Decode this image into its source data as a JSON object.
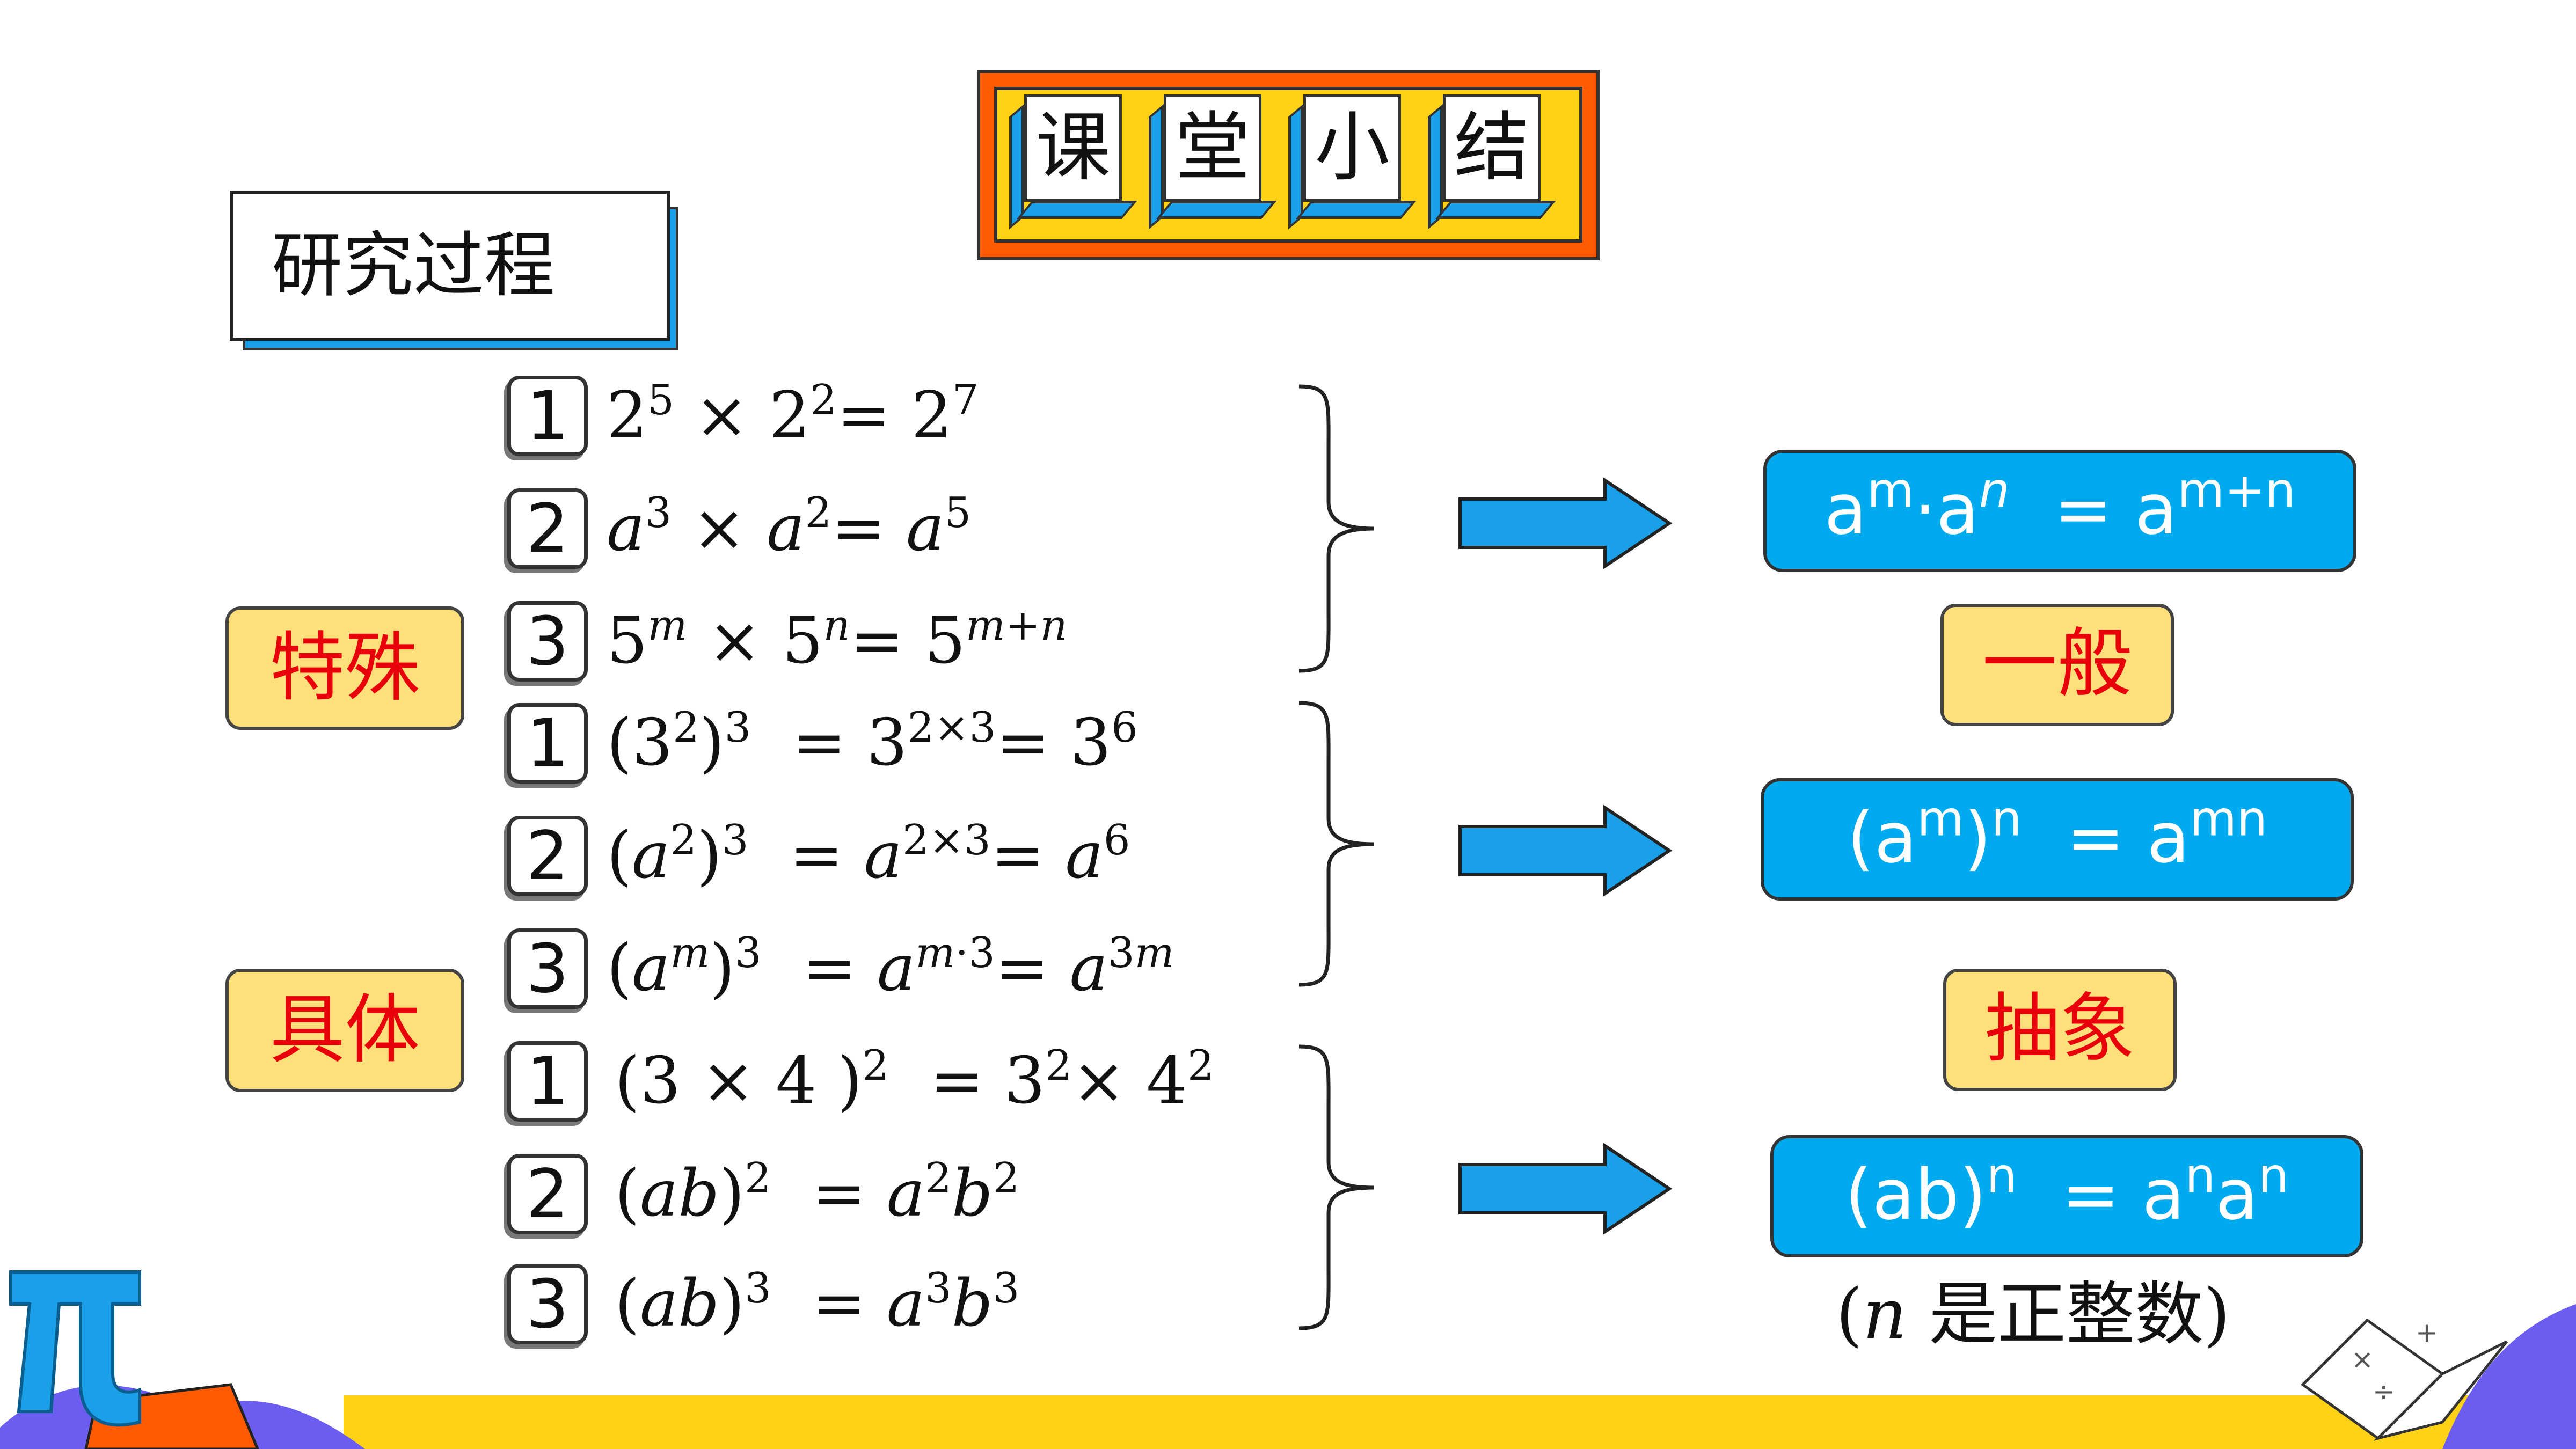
{
  "title": {
    "chars": [
      "课",
      "堂",
      "小",
      "结"
    ]
  },
  "process_label": "研究过程",
  "labels": {
    "special": "特殊",
    "concrete": "具体",
    "general": "一般",
    "abstract": "抽象"
  },
  "groups": [
    {
      "rows": [
        {
          "num": "1",
          "html": "2<sup>5</sup> × 2<sup>2</sup>= 2<sup>7</sup>"
        },
        {
          "num": "2",
          "html": "<i>a</i><sup>3</sup> × <i>a</i><sup>2</sup>= <i>a</i><sup>5</sup>"
        },
        {
          "num": "3",
          "html": "5<sup><i>m</i></sup> × 5<sup><i>n</i></sup>= 5<sup><i>m</i>+<i>n</i></sup>"
        }
      ],
      "result": "a<sup>m</sup>·a<sup><i>n</i></sup> &nbsp;= a<sup>m+n</sup>"
    },
    {
      "rows": [
        {
          "num": "1",
          "html": "(3<sup>2</sup>)<sup>3</sup> &nbsp;= 3<sup>2×3</sup>= 3<sup>6</sup>"
        },
        {
          "num": "2",
          "html": "(<i>a</i><sup>2</sup>)<sup>3</sup> &nbsp;= <i>a</i><sup>2×3</sup>= <i>a</i><sup>6</sup>"
        },
        {
          "num": "3",
          "html": "(<i>a</i><sup><i>m</i></sup>)<sup>3</sup> &nbsp;= <i>a</i><sup><i>m</i>·3</sup>= <i>a</i><sup>3<i>m</i></sup>"
        }
      ],
      "result": "(a<sup>m</sup>)<sup>n</sup> &nbsp;= a<sup>mn</sup>"
    },
    {
      "rows": [
        {
          "num": "1",
          "html": "(3 × 4 )<sup>2</sup> &nbsp;= 3<sup>2</sup>× 4<sup>2</sup>"
        },
        {
          "num": "2",
          "html": "(<i>ab</i>)<sup>2</sup> &nbsp;= <i>a</i><sup>2</sup><i>b</i><sup>2</sup>"
        },
        {
          "num": "3",
          "html": "(<i>ab</i>)<sup>3</sup> &nbsp;= <i>a</i><sup>3</sup><i>b</i><sup>3</sup>"
        }
      ],
      "result": "(ab)<sup>n</sup> &nbsp;= a<sup>n</sup>a<sup>n</sup>"
    }
  ],
  "condition_note": "(𝑛 是正整数)",
  "colors": {
    "accent_blue": "#00aaee",
    "label_yellow": "#fedf7a",
    "label_red": "#e8000a",
    "title_orange": "#ff5a00",
    "title_yellow": "#ffd218"
  }
}
